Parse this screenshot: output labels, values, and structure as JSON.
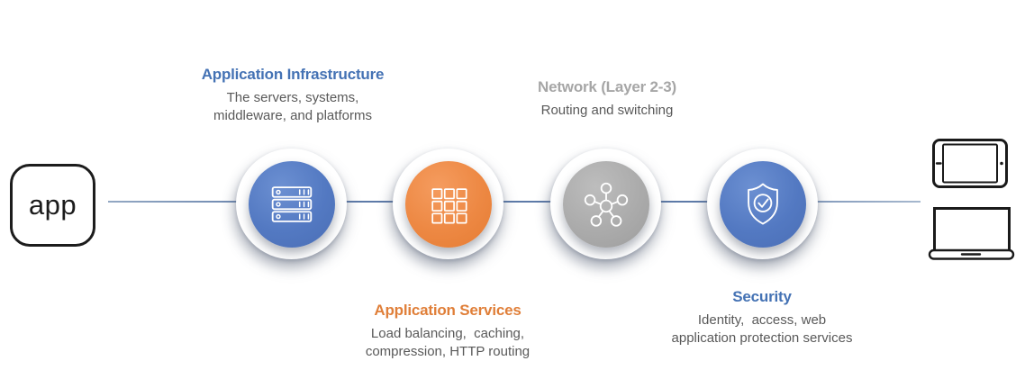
{
  "diagram": {
    "app_label": "app",
    "stages": [
      {
        "id": "infrastructure",
        "title": "Application Infrastructure",
        "lines": [
          "The servers, systems,",
          "middleware, and platforms"
        ],
        "icon": "server-rack-icon",
        "circle_color": "#5379c2",
        "title_color": "#4472b4",
        "label_position": "top"
      },
      {
        "id": "services",
        "title": "Application Services",
        "lines": [
          "Load balancing,  caching,",
          "compression, HTTP routing"
        ],
        "icon": "grid-icon",
        "circle_color": "#ed8843",
        "title_color": "#e07f39",
        "label_position": "bottom"
      },
      {
        "id": "network",
        "title": "Network (Layer 2-3)",
        "lines": [
          "Routing and switching"
        ],
        "icon": "network-hub-icon",
        "circle_color": "#ababab",
        "title_color": "#a6a6a6",
        "label_position": "top"
      },
      {
        "id": "security",
        "title": "Security",
        "lines": [
          "Identity,  access, web",
          "application protection services"
        ],
        "icon": "shield-check-icon",
        "circle_color": "#5379c2",
        "title_color": "#4472b4",
        "label_position": "bottom"
      }
    ],
    "devices": [
      {
        "name": "tablet-icon"
      },
      {
        "name": "laptop-icon"
      }
    ],
    "connector_color": "#5d7aa8",
    "body_text_color": "#595959"
  }
}
